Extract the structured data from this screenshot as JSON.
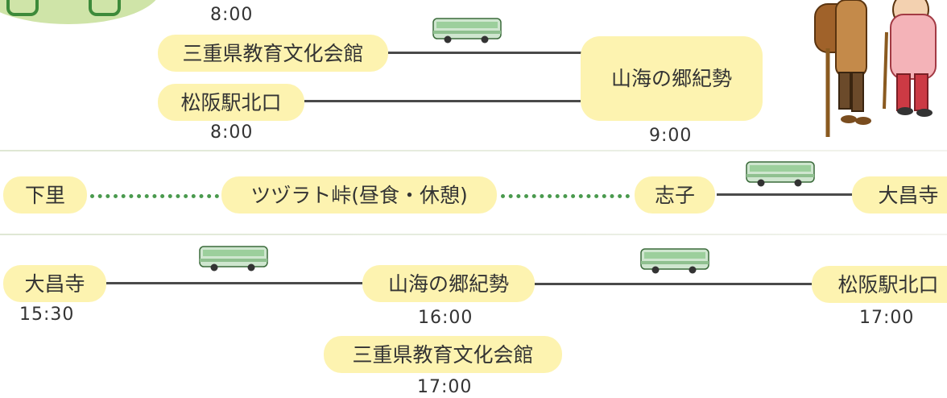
{
  "route1": {
    "depart_time_a": "8:00",
    "stop_a": "三重県教育文化会館",
    "stop_b": "松阪駅北口",
    "depart_time_b": "8:00",
    "destination": "山海の郷紀勢",
    "arrive_time": "9:00"
  },
  "route2": {
    "start": "下里",
    "mid": "ツヅラト峠(昼食・休憩)",
    "stop": "志子",
    "end": "大昌寺"
  },
  "route3": {
    "start": "大昌寺",
    "start_time": "15:30",
    "mid": "山海の郷紀勢",
    "mid_time": "16:00",
    "end": "松阪駅北口",
    "end_time": "17:00",
    "extra": "三重県教育文化会館",
    "extra_time": "17:00"
  },
  "colors": {
    "pill": "#fdf3b0",
    "dots": "#4a9a4e",
    "line": "#4a4a4a",
    "bus_body": "#cfe6cf",
    "bus_band": "#8fc08f"
  },
  "icons": [
    "bus-icon",
    "hikers-illustration",
    "corner-decoration"
  ]
}
